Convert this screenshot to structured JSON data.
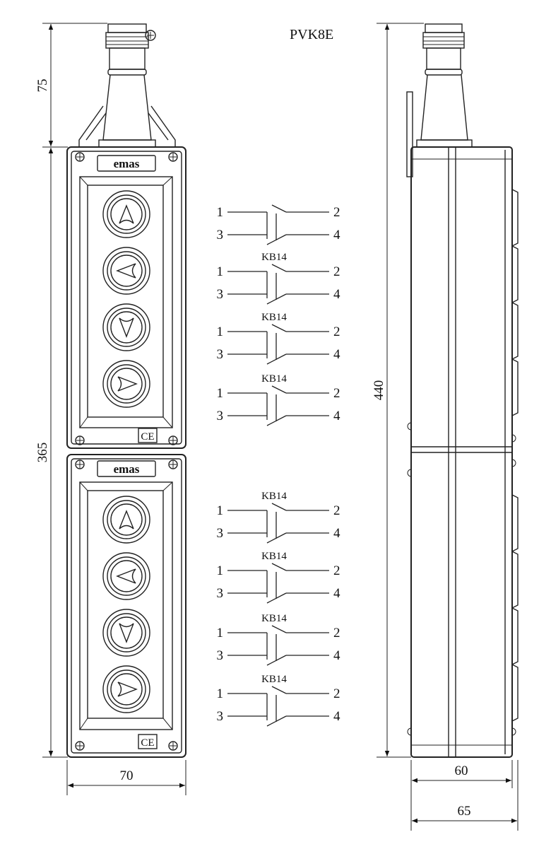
{
  "model": "PVK8E",
  "brand_plate": "emas",
  "ce_mark": "CE",
  "dimensions": {
    "cable_gland": "75",
    "body_height": "365",
    "total_height": "440",
    "body_width": "70",
    "depth_body": "60",
    "depth_total": "65"
  },
  "button_icons": [
    "up-arrow-icon",
    "left-arrow-icon",
    "down-arrow-icon",
    "right-arrow-icon"
  ],
  "wiring": {
    "switch_label": "KB14",
    "terminals": [
      "1",
      "2",
      "3",
      "4"
    ],
    "upper_blocks": [
      {
        "show_label": false
      },
      {
        "show_label": true
      },
      {
        "show_label": true
      },
      {
        "show_label": true
      }
    ],
    "lower_blocks": [
      {
        "show_label": true
      },
      {
        "show_label": true
      },
      {
        "show_label": true
      },
      {
        "show_label": true
      }
    ]
  }
}
